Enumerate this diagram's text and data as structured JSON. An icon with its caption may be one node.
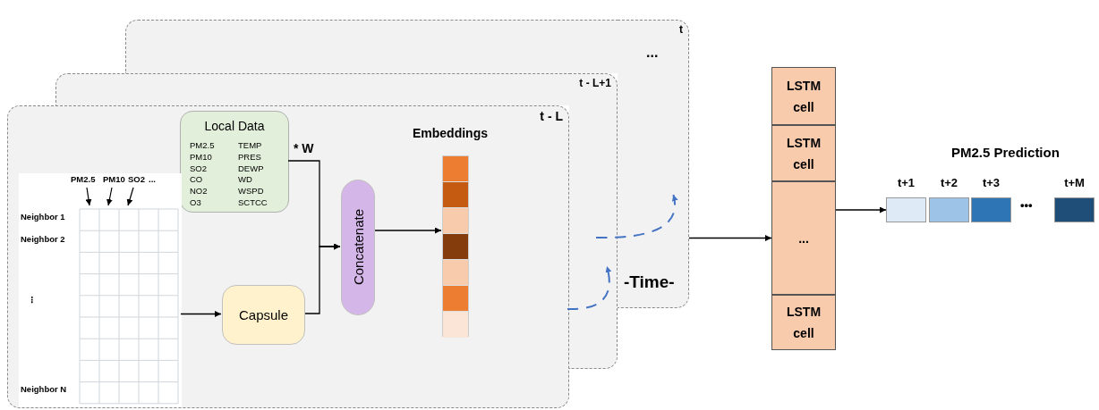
{
  "diagram": {
    "nodes": [
      {
        "text": [
          "t"
        ]
      },
      {
        "text": [
          "t - L+1"
        ]
      },
      {
        "text": [
          "t - L"
        ]
      },
      {
        "text": [
          "Local Data",
          "PM2.5 PM10 SO2 CO NO2 O3",
          "TEMP PRES DEWP WD WSPD SCTCC"
        ],
        "in": 2
      },
      {
        "text": [
          "PM2.5",
          "PM10",
          "SO2",
          "...",
          "Neighbor 1",
          "Neighbor 2",
          "⋮",
          "Neighbor N"
        ],
        "in": 2
      },
      {
        "text": [
          "Capsule"
        ],
        "in": 2
      },
      {
        "text": [
          "Concatenate"
        ],
        "in": 2
      },
      {
        "text": [
          "Embeddings"
        ],
        "in": 2
      },
      {
        "text": [
          "LSTM cell"
        ]
      },
      {
        "text": [
          "LSTM cell"
        ]
      },
      {
        "text": [
          "..."
        ]
      },
      {
        "text": [
          "LSTM cell"
        ]
      },
      {
        "text": [
          "t+1"
        ]
      },
      {
        "text": [
          "t+2"
        ]
      },
      {
        "text": [
          "t+3"
        ]
      },
      {
        "text": [
          "t+M"
        ]
      }
    ],
    "edges": [
      {
        "from": 4,
        "to": 5,
        "arrow": "to"
      },
      {
        "from": 3,
        "to": 6,
        "arrow": "to",
        "label": "* W"
      },
      {
        "from": 5,
        "to": 6,
        "arrow": "to"
      },
      {
        "from": 6,
        "to": 7,
        "arrow": "to"
      },
      {
        "from": 2,
        "to": 1,
        "arrow": "to",
        "style": "dashed",
        "color": "#4472c4"
      },
      {
        "from": 1,
        "to": 0,
        "arrow": "to",
        "style": "dashed",
        "color": "#4472c4"
      },
      {
        "from": 0,
        "to": 10,
        "arrow": "to"
      },
      {
        "from": 10,
        "to": 12,
        "arrow": "to"
      }
    ],
    "labels": [
      "...",
      "-Time-",
      "PM2.5 Prediction",
      "•••"
    ]
  }
}
